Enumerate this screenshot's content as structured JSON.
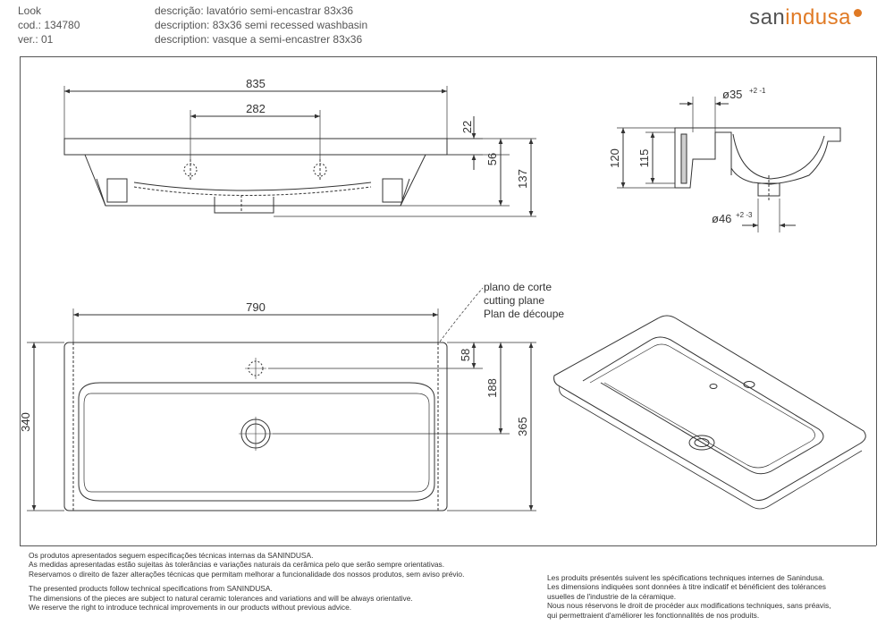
{
  "header": {
    "left": [
      "Look",
      "cod.: 134780",
      "ver.: 01"
    ],
    "middle": [
      "descrição: lavatório semi-encastrar 83x36",
      "description: 83x36 semi recessed washbasin",
      "description: vasque a semi-encastrer 83x36"
    ],
    "logo_main": "san",
    "logo_accent": "indusa"
  },
  "dimensions": {
    "front_width": "835",
    "front_holes": "282",
    "front_h1": "22",
    "front_h2": "56",
    "front_h3": "137",
    "side_hole": "ø35",
    "side_hole_tol": "+2 -1",
    "side_h1": "120",
    "side_h2": "115",
    "side_drain": "ø46",
    "side_drain_tol": "+2 -3",
    "top_width": "790",
    "top_depth": "340",
    "top_d1": "58",
    "top_d2": "188",
    "top_d3": "365"
  },
  "cutting_plane": [
    "plano de corte",
    "cutting plane",
    "Plan de découpe"
  ],
  "footer_left": [
    "Os produtos apresentados seguem especificações técnicas internas da SANINDUSA.",
    "As medidas apresentadas estão sujeitas às tolerâncias e variações naturais da cerâmica pelo que serão sempre orientativas.",
    "Reservamos o direito de fazer alterações técnicas que permitam melhorar a funcionalidade dos nossos produtos, sem aviso prévio.",
    "The presented products follow technical specifications from SANINDUSA.",
    "The dimensions of the pieces are subject to natural ceramic tolerances and variations and will be always orientative.",
    "We reserve the right to introduce technical improvements in our products without previous advice."
  ],
  "footer_right": [
    "Les produits présentés suivent les spécifications techniques internes de Sanindusa.",
    "Les dimensions indiquées sont données à titre indicatif et bénéficient des tolérances",
    "usuelles de l'industrie de la céramique.",
    "Nous nous réservons le droit de procéder aux modifications techniques, sans préavis,",
    "qui permettraient d'améliorer les fonctionnalités de nos produits."
  ]
}
